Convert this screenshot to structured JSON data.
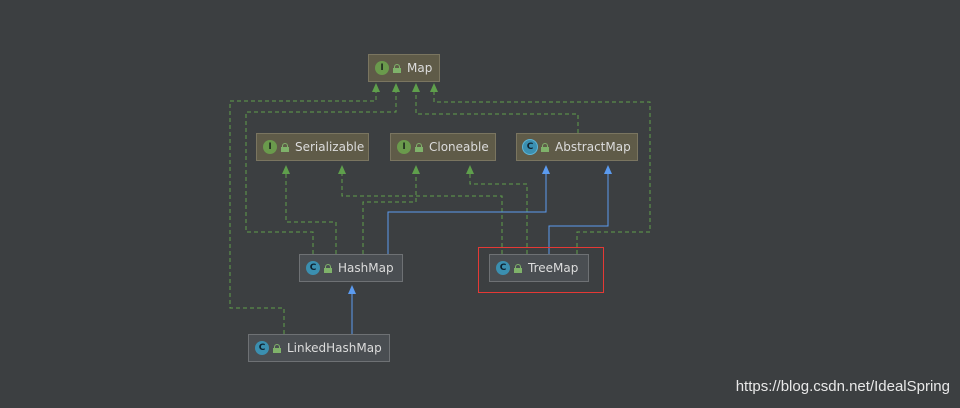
{
  "nodes": {
    "map": {
      "label": "Map",
      "kind": "I"
    },
    "serializable": {
      "label": "Serializable",
      "kind": "I"
    },
    "cloneable": {
      "label": "Cloneable",
      "kind": "I"
    },
    "abstractmap": {
      "label": "AbstractMap",
      "kind": "C"
    },
    "hashmap": {
      "label": "HashMap",
      "kind": "C"
    },
    "treemap": {
      "label": "TreeMap",
      "kind": "C"
    },
    "linkedhashmap": {
      "label": "LinkedHashMap",
      "kind": "C"
    }
  },
  "edges": [
    {
      "from": "hashmap",
      "to": "abstractmap",
      "type": "extends"
    },
    {
      "from": "treemap",
      "to": "abstractmap",
      "type": "extends"
    },
    {
      "from": "linkedhashmap",
      "to": "hashmap",
      "type": "extends"
    },
    {
      "from": "abstractmap",
      "to": "map",
      "type": "implements"
    },
    {
      "from": "hashmap",
      "to": "map",
      "type": "implements"
    },
    {
      "from": "treemap",
      "to": "map",
      "type": "implements"
    },
    {
      "from": "linkedhashmap",
      "to": "map",
      "type": "implements"
    },
    {
      "from": "hashmap",
      "to": "serializable",
      "type": "implements"
    },
    {
      "from": "hashmap",
      "to": "cloneable",
      "type": "implements"
    },
    {
      "from": "treemap",
      "to": "serializable",
      "type": "implements"
    },
    {
      "from": "treemap",
      "to": "cloneable",
      "type": "implements"
    }
  ],
  "highlighted_node": "treemap",
  "colors": {
    "background": "#3c3f41",
    "implements_edge": "#5f9f4c",
    "extends_edge": "#5b9bf0",
    "highlight": "#e53935"
  },
  "watermark": "https://blog.csdn.net/IdealSpring"
}
